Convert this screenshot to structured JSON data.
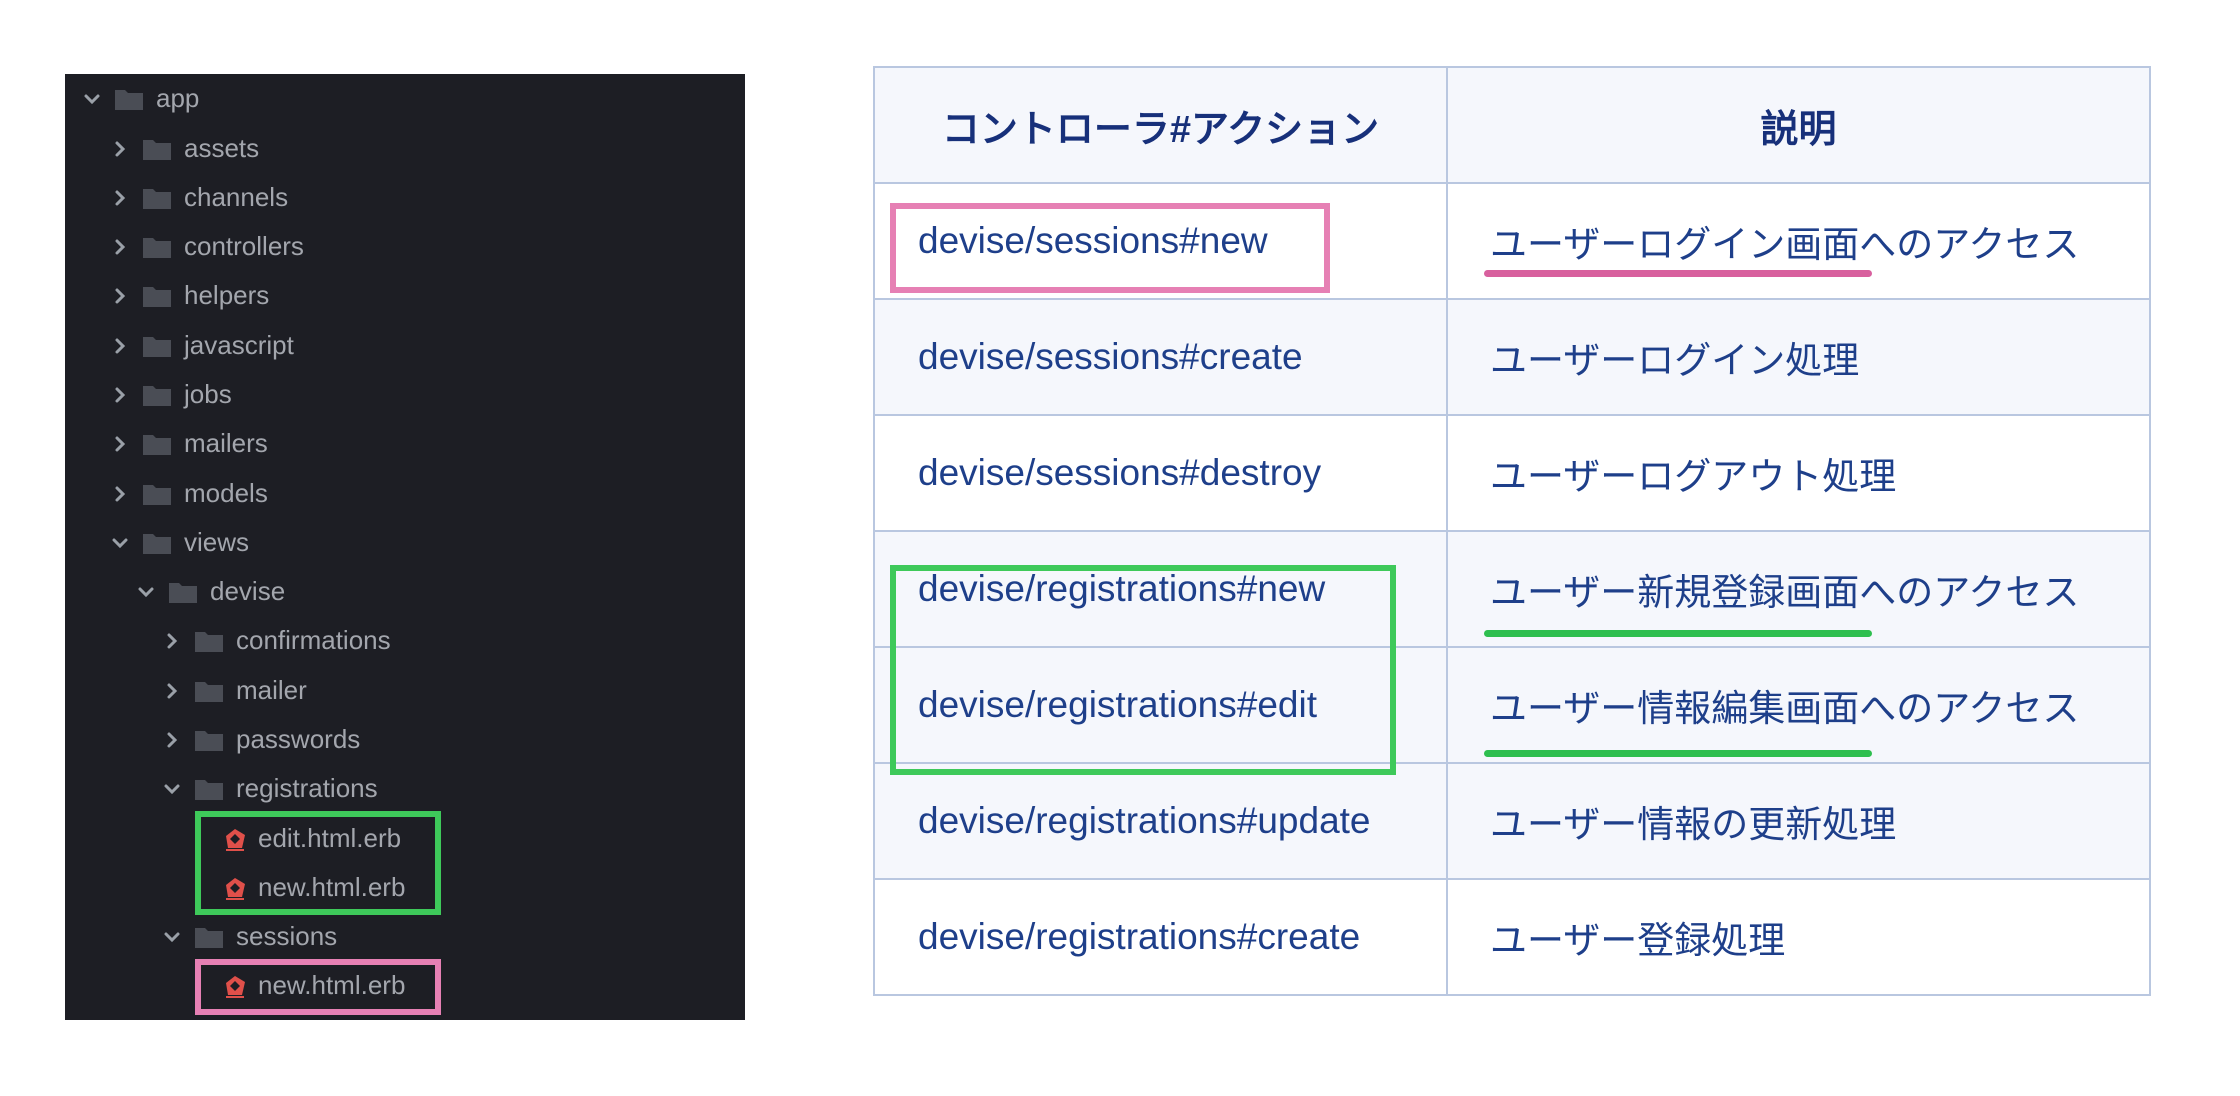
{
  "tree": {
    "items": [
      {
        "label": "app",
        "expanded": true,
        "type": "folder"
      },
      {
        "label": "assets",
        "expanded": false,
        "type": "folder"
      },
      {
        "label": "channels",
        "expanded": false,
        "type": "folder"
      },
      {
        "label": "controllers",
        "expanded": false,
        "type": "folder"
      },
      {
        "label": "helpers",
        "expanded": false,
        "type": "folder"
      },
      {
        "label": "javascript",
        "expanded": false,
        "type": "folder"
      },
      {
        "label": "jobs",
        "expanded": false,
        "type": "folder"
      },
      {
        "label": "mailers",
        "expanded": false,
        "type": "folder"
      },
      {
        "label": "models",
        "expanded": false,
        "type": "folder"
      },
      {
        "label": "views",
        "expanded": true,
        "type": "folder"
      },
      {
        "label": "devise",
        "expanded": true,
        "type": "folder"
      },
      {
        "label": "confirmations",
        "expanded": false,
        "type": "folder"
      },
      {
        "label": "mailer",
        "expanded": false,
        "type": "folder"
      },
      {
        "label": "passwords",
        "expanded": false,
        "type": "folder"
      },
      {
        "label": "registrations",
        "expanded": true,
        "type": "folder"
      },
      {
        "label": "edit.html.erb",
        "type": "file"
      },
      {
        "label": "new.html.erb",
        "type": "file"
      },
      {
        "label": "sessions",
        "expanded": true,
        "type": "folder"
      },
      {
        "label": "new.html.erb",
        "type": "file"
      }
    ]
  },
  "table": {
    "headers": [
      "コントローラ#アクション",
      "説明"
    ],
    "rows": [
      {
        "action": "devise/sessions#new",
        "desc": "ユーザーログイン画面へのアクセス"
      },
      {
        "action": "devise/sessions#create",
        "desc": "ユーザーログイン処理"
      },
      {
        "action": "devise/sessions#destroy",
        "desc": "ユーザーログアウト処理"
      },
      {
        "action": "devise/registrations#new",
        "desc": "ユーザー新規登録画面へのアクセス"
      },
      {
        "action": "devise/registrations#edit",
        "desc": "ユーザー情報編集画面へのアクセス"
      },
      {
        "action": "devise/registrations#update",
        "desc": "ユーザー情報の更新処理"
      },
      {
        "action": "devise/registrations#create",
        "desc": "ユーザー登録処理"
      }
    ]
  },
  "colors": {
    "tree_bg": "#1d1e24",
    "highlight_green": "#3ec95a",
    "highlight_pink": "#e680b4",
    "table_text": "#1e3f8a",
    "table_border": "#b9c7e0",
    "erb_icon": "#e0504a"
  },
  "icons": {
    "folder": "folder-icon",
    "file": "ruby-erb-file-icon",
    "collapsed": "chevron-right-icon",
    "expanded": "chevron-down-icon"
  }
}
